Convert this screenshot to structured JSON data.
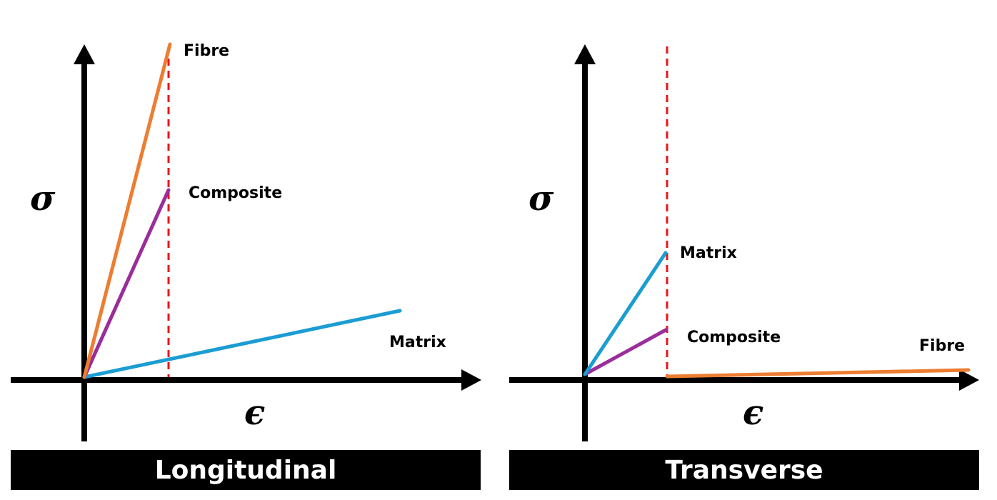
{
  "colors": {
    "fibre": "#ED7D31",
    "composite": "#9B2D9B",
    "matrix": "#1B9DD3",
    "failure_line": "#E8141A",
    "axis": "#000000",
    "caption_background": "#000000",
    "caption_text": "#FFFFFF"
  },
  "panels": [
    {
      "caption": "Longitudinal",
      "y_symbol": "σ",
      "x_symbol": "ϵ",
      "labels": {
        "fibre": "Fibre",
        "composite": "Composite",
        "matrix": "Matrix"
      }
    },
    {
      "caption": "Transverse",
      "y_symbol": "σ",
      "x_symbol": "ϵ",
      "labels": {
        "matrix": "Matrix",
        "composite": "Composite",
        "fibre": "Fibre"
      }
    }
  ]
}
